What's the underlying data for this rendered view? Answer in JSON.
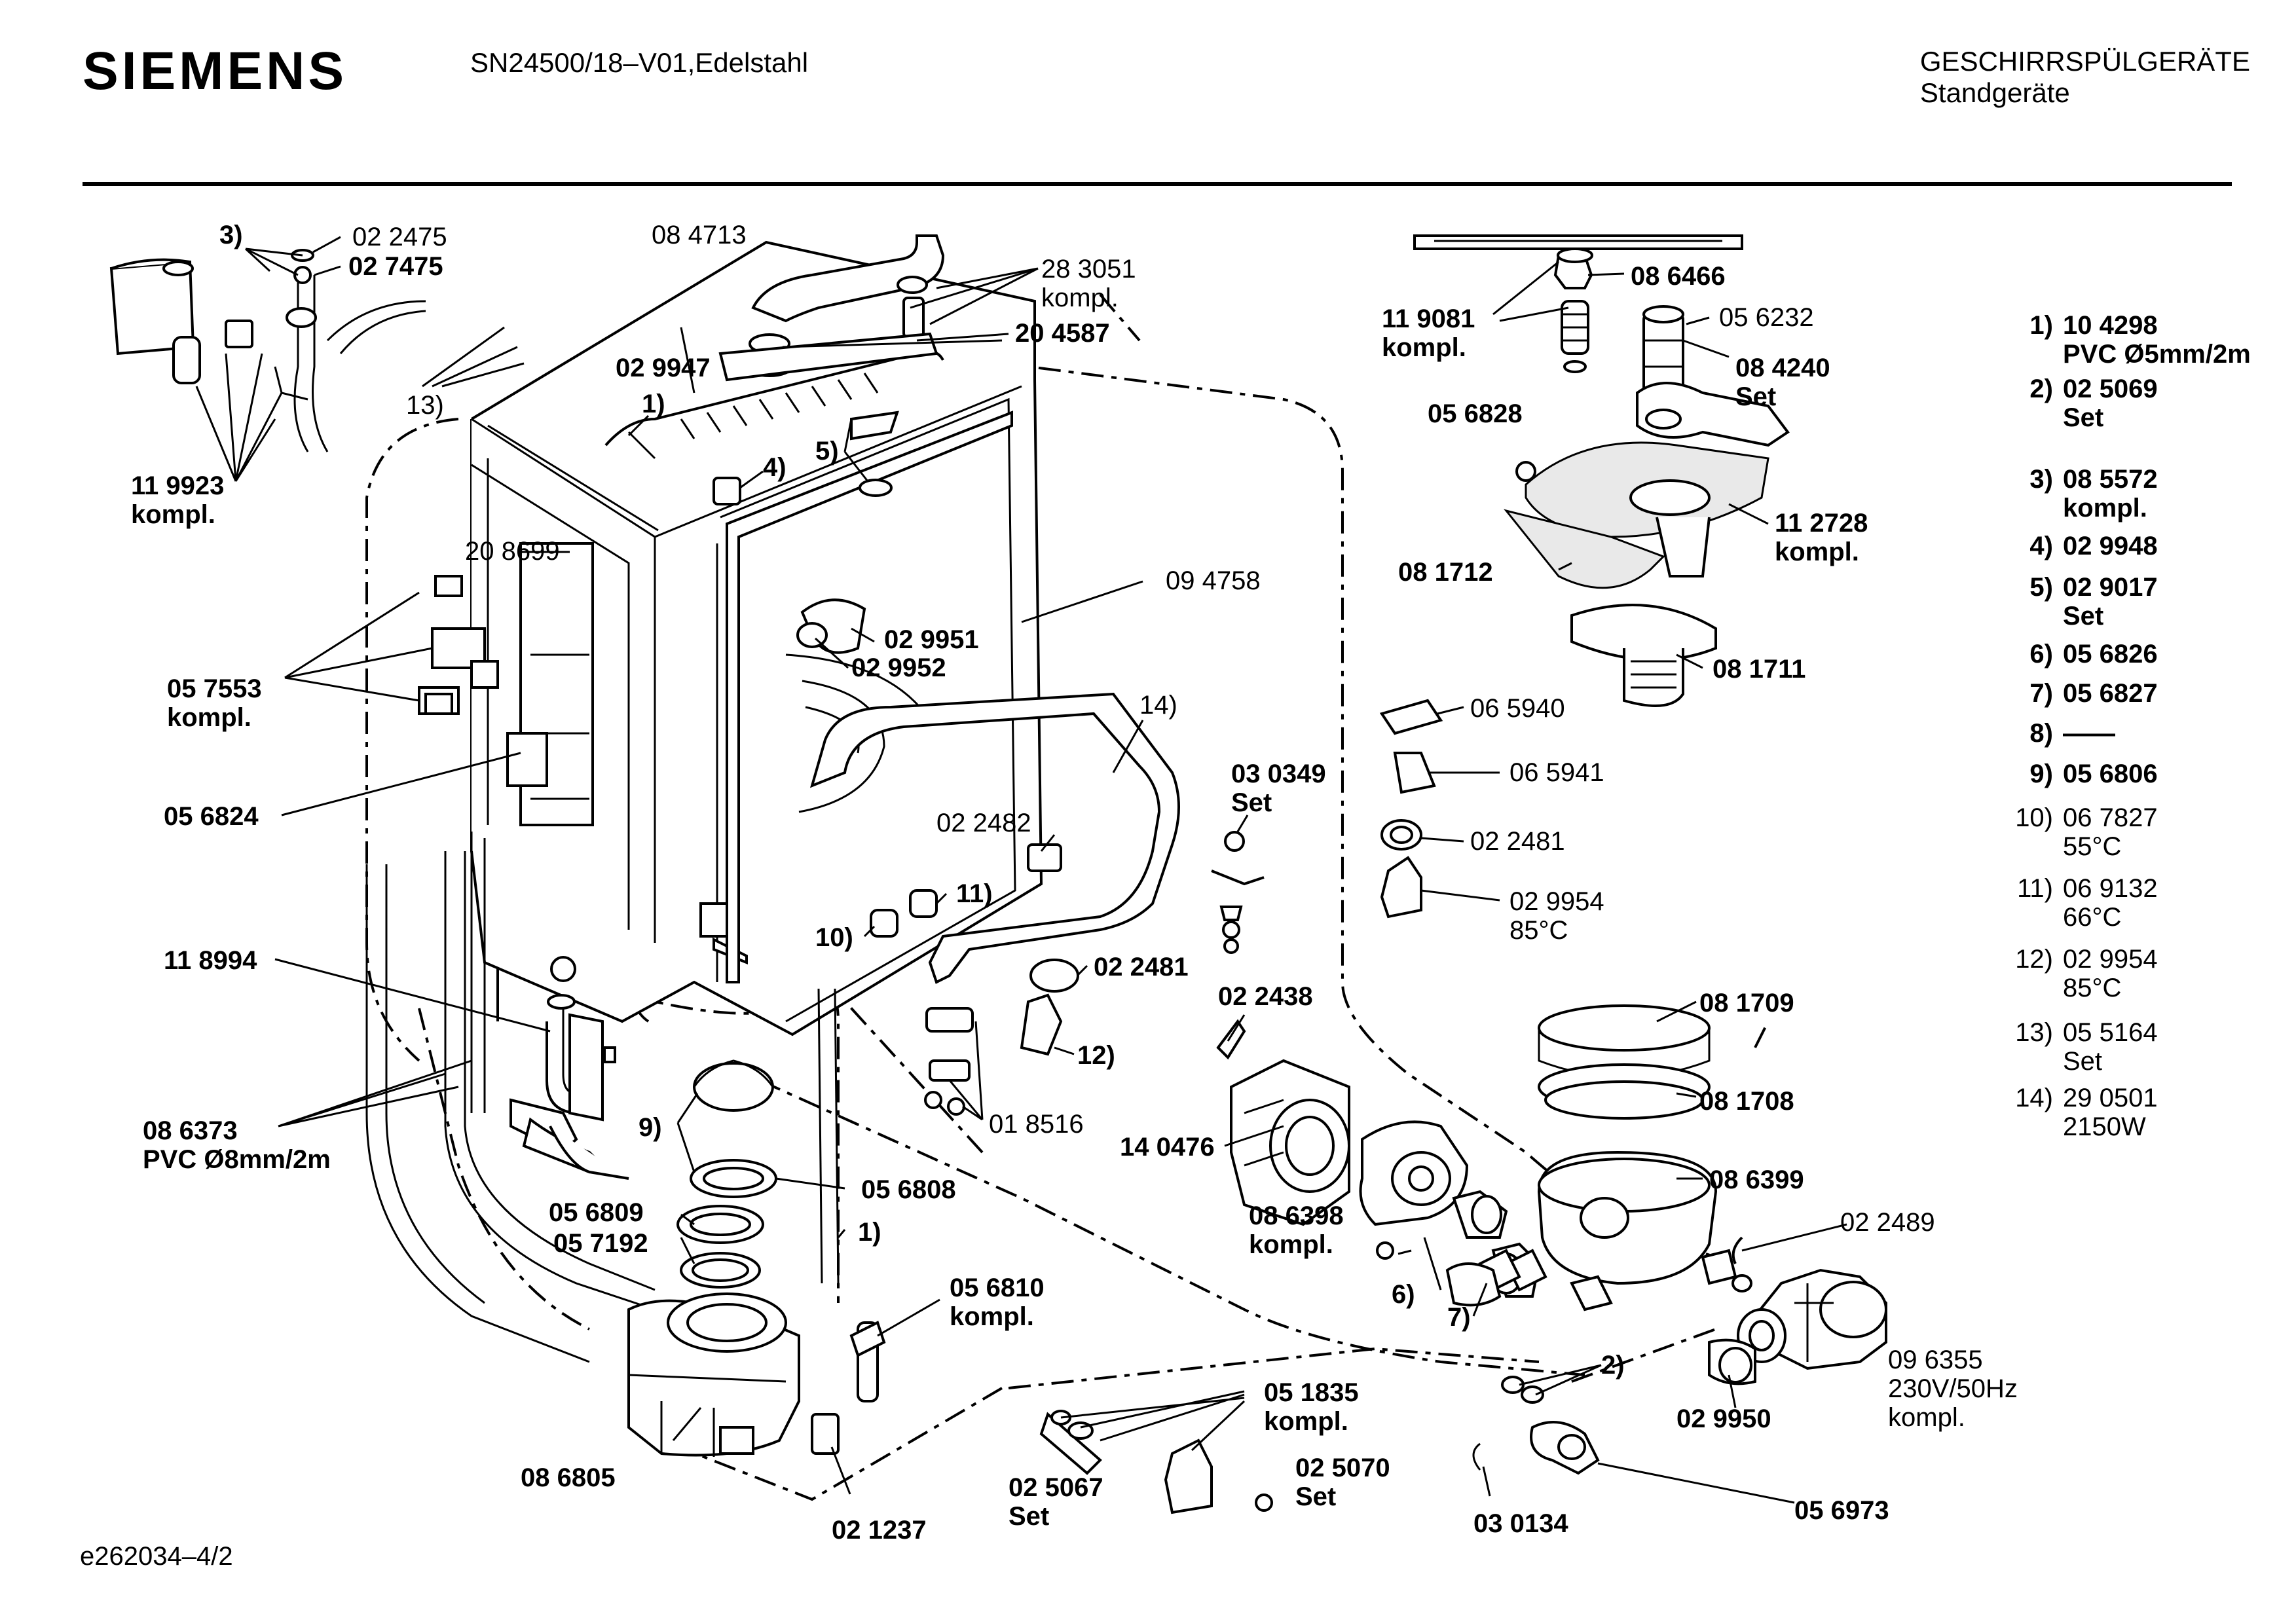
{
  "header": {
    "brand": "SIEMENS",
    "model": "SN24500/18–V01,Edelstahl",
    "category_line1": "GESCHIRRSPÜLGERÄTE",
    "category_line2": "Standgeräte"
  },
  "footer": {
    "drawing_id": "e262034–4/2"
  },
  "callouts": [
    {
      "id": "c1",
      "lines": [
        "3)"
      ],
      "bold": true
    },
    {
      "id": "c2",
      "lines": [
        "02 2475"
      ],
      "bold": false
    },
    {
      "id": "c3",
      "lines": [
        "02 7475"
      ],
      "bold": true
    },
    {
      "id": "c4",
      "lines": [
        "08 4713"
      ],
      "bold": false
    },
    {
      "id": "c5",
      "lines": [
        "28 3051",
        "kompl."
      ],
      "bold": false
    },
    {
      "id": "c6",
      "lines": [
        "02 9947"
      ],
      "bold": true
    },
    {
      "id": "c7",
      "lines": [
        "20 4587"
      ],
      "bold": true
    },
    {
      "id": "c8",
      "lines": [
        "13)"
      ],
      "bold": false
    },
    {
      "id": "c9",
      "lines": [
        "1)"
      ],
      "bold": true
    },
    {
      "id": "c10",
      "lines": [
        "4)"
      ],
      "bold": true
    },
    {
      "id": "c11",
      "lines": [
        "5)"
      ],
      "bold": true
    },
    {
      "id": "c12",
      "lines": [
        "11 9923",
        "kompl."
      ],
      "bold": true
    },
    {
      "id": "c13",
      "lines": [
        "20 8699"
      ],
      "bold": false
    },
    {
      "id": "c14",
      "lines": [
        "09 4758"
      ],
      "bold": false
    },
    {
      "id": "c15",
      "lines": [
        "02 9951"
      ],
      "bold": true
    },
    {
      "id": "c16",
      "lines": [
        "02 9952"
      ],
      "bold": true
    },
    {
      "id": "c17",
      "lines": [
        "05 7553",
        "kompl."
      ],
      "bold": true
    },
    {
      "id": "c18",
      "lines": [
        "14)"
      ],
      "bold": false
    },
    {
      "id": "c19",
      "lines": [
        "05 6824"
      ],
      "bold": true
    },
    {
      "id": "c20",
      "lines": [
        "02 2482"
      ],
      "bold": false
    },
    {
      "id": "c21",
      "lines": [
        "11)"
      ],
      "bold": true
    },
    {
      "id": "c22",
      "lines": [
        "10)"
      ],
      "bold": true
    },
    {
      "id": "c23",
      "lines": [
        "11 8994"
      ],
      "bold": true
    },
    {
      "id": "c24",
      "lines": [
        "02 2481"
      ],
      "bold": true
    },
    {
      "id": "c25",
      "lines": [
        "12)"
      ],
      "bold": true
    },
    {
      "id": "c26",
      "lines": [
        "08 6373",
        "PVC Ø8mm/2m"
      ],
      "bold": true
    },
    {
      "id": "c27",
      "lines": [
        "9)"
      ],
      "bold": true
    },
    {
      "id": "c28",
      "lines": [
        "01 8516"
      ],
      "bold": false
    },
    {
      "id": "c29",
      "lines": [
        "05 6808"
      ],
      "bold": true
    },
    {
      "id": "c30",
      "lines": [
        "05 6809"
      ],
      "bold": true
    },
    {
      "id": "c31",
      "lines": [
        "05 7192"
      ],
      "bold": true
    },
    {
      "id": "c32",
      "lines": [
        "1)"
      ],
      "bold": true
    },
    {
      "id": "c33",
      "lines": [
        "05 6810",
        "kompl."
      ],
      "bold": true
    },
    {
      "id": "c34",
      "lines": [
        "05 1835",
        "kompl."
      ],
      "bold": true
    },
    {
      "id": "c35",
      "lines": [
        "08 6805"
      ],
      "bold": true
    },
    {
      "id": "c36",
      "lines": [
        "02 5067",
        "Set"
      ],
      "bold": true
    },
    {
      "id": "c37",
      "lines": [
        "02 5070",
        "Set"
      ],
      "bold": true
    },
    {
      "id": "c38",
      "lines": [
        "02 1237"
      ],
      "bold": true
    },
    {
      "id": "c39",
      "lines": [
        "08 6466"
      ],
      "bold": true
    },
    {
      "id": "c40",
      "lines": [
        "11 9081",
        "kompl."
      ],
      "bold": true
    },
    {
      "id": "c41",
      "lines": [
        "05 6232"
      ],
      "bold": false
    },
    {
      "id": "c42",
      "lines": [
        "08 4240",
        "Set"
      ],
      "bold": true
    },
    {
      "id": "c43",
      "lines": [
        "05 6828"
      ],
      "bold": true
    },
    {
      "id": "c44",
      "lines": [
        "11 2728",
        "kompl."
      ],
      "bold": true
    },
    {
      "id": "c45",
      "lines": [
        "08 1712"
      ],
      "bold": true
    },
    {
      "id": "c46",
      "lines": [
        "08 1711"
      ],
      "bold": true
    },
    {
      "id": "c47",
      "lines": [
        "06 5940"
      ],
      "bold": false
    },
    {
      "id": "c48",
      "lines": [
        "06 5941"
      ],
      "bold": false
    },
    {
      "id": "c49",
      "lines": [
        "03 0349",
        "Set"
      ],
      "bold": true
    },
    {
      "id": "c50",
      "lines": [
        "02 2481"
      ],
      "bold": false
    },
    {
      "id": "c51",
      "lines": [
        "02 9954",
        "85°C"
      ],
      "bold": false
    },
    {
      "id": "c52",
      "lines": [
        "02 2438"
      ],
      "bold": true
    },
    {
      "id": "c53",
      "lines": [
        "08 1709"
      ],
      "bold": true
    },
    {
      "id": "c54",
      "lines": [
        "08 1708"
      ],
      "bold": true
    },
    {
      "id": "c55",
      "lines": [
        "14 0476"
      ],
      "bold": true
    },
    {
      "id": "c56",
      "lines": [
        "08 6399"
      ],
      "bold": true
    },
    {
      "id": "c57",
      "lines": [
        "08 6398",
        "kompl."
      ],
      "bold": true
    },
    {
      "id": "c58",
      "lines": [
        "02 2489"
      ],
      "bold": false
    },
    {
      "id": "c59",
      "lines": [
        "6)"
      ],
      "bold": true
    },
    {
      "id": "c60",
      "lines": [
        "7)"
      ],
      "bold": true
    },
    {
      "id": "c61",
      "lines": [
        "2)"
      ],
      "bold": true
    },
    {
      "id": "c62",
      "lines": [
        "09 6355",
        "230V/50Hz",
        "kompl."
      ],
      "bold": false
    },
    {
      "id": "c63",
      "lines": [
        "02 9950"
      ],
      "bold": true
    },
    {
      "id": "c64",
      "lines": [
        "03 0134"
      ],
      "bold": true
    },
    {
      "id": "c65",
      "lines": [
        "05 6973"
      ],
      "bold": true
    }
  ],
  "legend": [
    {
      "key": "1)",
      "lines": [
        "10 4298",
        "PVC Ø5mm/2m"
      ],
      "bold": true
    },
    {
      "key": "2)",
      "lines": [
        "02 5069",
        "Set"
      ],
      "bold": true
    },
    {
      "key": "3)",
      "lines": [
        "08 5572",
        "kompl."
      ],
      "bold": true
    },
    {
      "key": "4)",
      "lines": [
        "02 9948"
      ],
      "bold": true
    },
    {
      "key": "5)",
      "lines": [
        "02 9017",
        "Set"
      ],
      "bold": true
    },
    {
      "key": "6)",
      "lines": [
        "05 6826"
      ],
      "bold": true
    },
    {
      "key": "7)",
      "lines": [
        "05 6827"
      ],
      "bold": true
    },
    {
      "key": "8)",
      "lines": [
        "——"
      ],
      "bold": true
    },
    {
      "key": "9)",
      "lines": [
        "05 6806"
      ],
      "bold": true
    },
    {
      "key": "10)",
      "lines": [
        "06 7827",
        "55°C"
      ],
      "bold": false
    },
    {
      "key": "11)",
      "lines": [
        "06 9132",
        "66°C"
      ],
      "bold": false
    },
    {
      "key": "12)",
      "lines": [
        "02 9954",
        "85°C"
      ],
      "bold": false
    },
    {
      "key": "13)",
      "lines": [
        "05 5164",
        "Set"
      ],
      "bold": false
    },
    {
      "key": "14)",
      "lines": [
        "29 0501",
        "2150W"
      ],
      "bold": false
    }
  ]
}
